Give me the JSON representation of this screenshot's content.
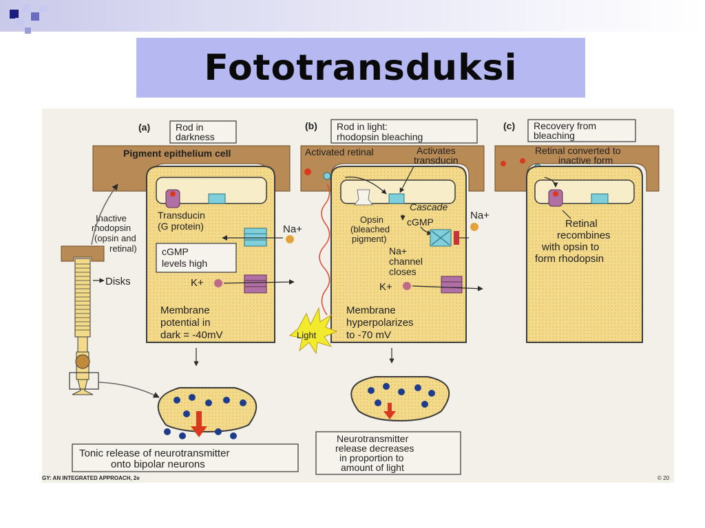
{
  "slide": {
    "title": "Fototransduksi"
  },
  "diagram": {
    "panel_a": {
      "letter": "(a)",
      "heading_lines": [
        "Rod in",
        "darkness"
      ],
      "pigment_label": "Pigment epithelium cell",
      "transducin_lines": [
        "Transducin",
        "(G protein)"
      ],
      "rhodopsin_lines": [
        "Inactive",
        "rhodopsin",
        "(opsin and",
        "retinal)"
      ],
      "disks_label": "Disks",
      "na_label": "Na+",
      "cgmp_lines": [
        "cGMP",
        "levels high"
      ],
      "k_label": "K+",
      "membrane_lines": [
        "Membrane",
        "potential in",
        "dark = -40mV"
      ],
      "release_lines": [
        "Tonic release of neurotransmitter",
        "onto bipolar neurons"
      ]
    },
    "panel_b": {
      "letter": "(b)",
      "heading_lines": [
        "Rod in light:",
        "rhodopsin bleaching"
      ],
      "activated_retinal": "Activated retinal",
      "activates_lines": [
        "Activates",
        "transducin"
      ],
      "cascade_label": "Cascade",
      "opsin_lines": [
        "Opsin",
        "(bleached",
        "pigment)"
      ],
      "cgmp_label": "cGMP",
      "na_label": "Na+",
      "channel_lines": [
        "Na+",
        "channel",
        "closes"
      ],
      "k_label": "K+",
      "light_label": "Light",
      "membrane_lines": [
        "Membrane",
        "hyperpolarizes",
        "to -70 mV"
      ],
      "release_lines": [
        "Neurotransmitter",
        "release decreases",
        "in proportion to",
        "amount of light"
      ]
    },
    "panel_c": {
      "letter": "(c)",
      "heading_lines": [
        "Recovery from",
        "bleaching"
      ],
      "retinal_lines": [
        "Retinal converted to",
        "inactive form"
      ],
      "recombines_lines": [
        "Retinal",
        "recombines",
        "with opsin to",
        "form rhodopsin"
      ]
    },
    "credit_left": "GY: AN INTEGRATED APPROACH, 2e",
    "credit_right": "© 20",
    "colors": {
      "pigment": "#b88a56",
      "cytoplasm": "#f3d98a",
      "outline": "#3a3a3a",
      "ion_orange": "#e3a33a",
      "ion_pink": "#c06a8a",
      "dot_blue": "#1e3c8c",
      "arrow_red": "#d93a1f",
      "channel_cyan": "#7fd0dc",
      "channel_purple": "#b070a4"
    }
  }
}
